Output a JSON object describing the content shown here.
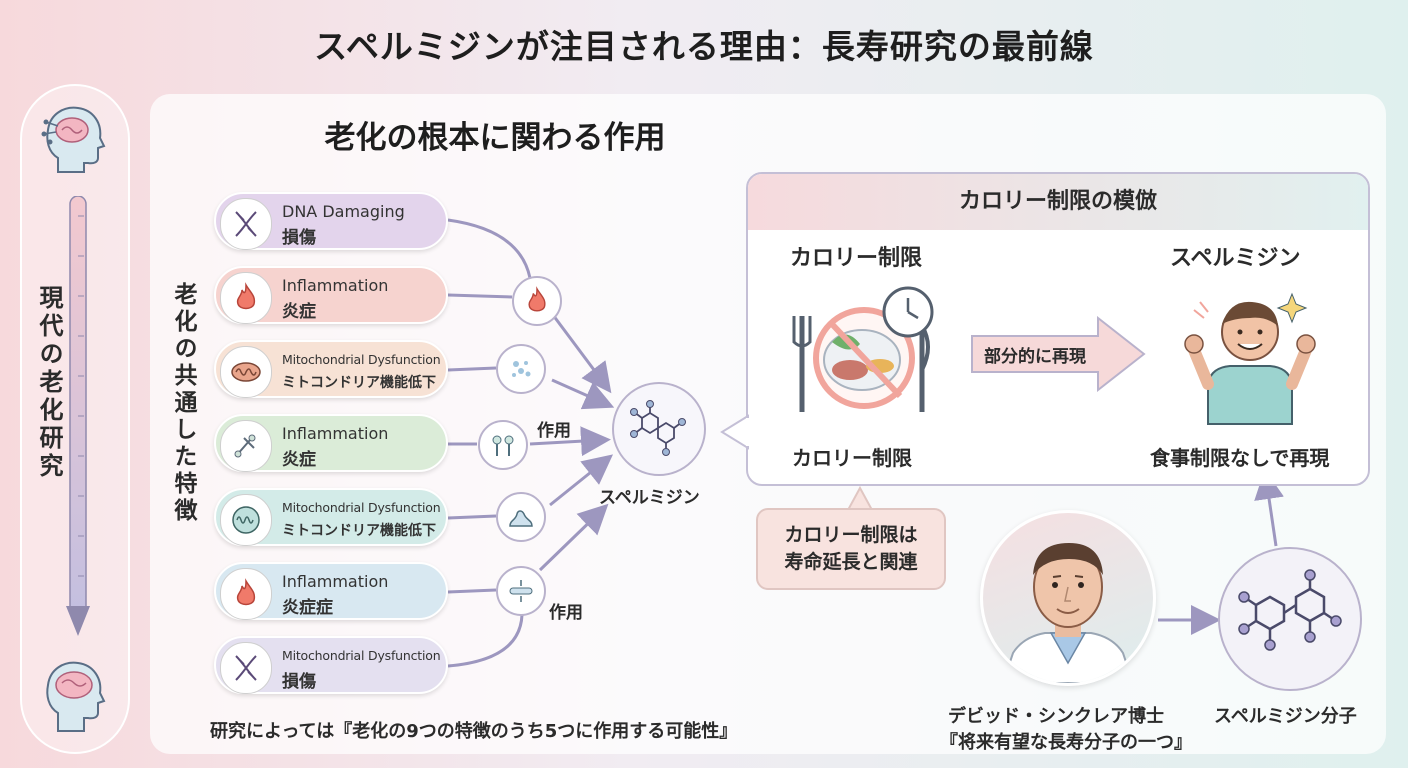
{
  "title": "スペルミジンが注目される理由：長寿研究の最前線",
  "left_label": "現代の老化研究",
  "section_title": "老化の根本に関わる作用",
  "vertical_label": "老化の共通した特徴",
  "hallmarks": [
    {
      "en": "DNA Damaging",
      "jp": "損傷",
      "icon": "dna-icon",
      "color": "#e3d4ec"
    },
    {
      "en": "Inflammation",
      "jp": "炎症",
      "icon": "flame-icon",
      "color": "#f6d3cf"
    },
    {
      "en": "Mitochondrial Dysfunction",
      "jp": "ミトコンドリア機能低下",
      "icon": "mitochondria-icon",
      "color": "#f7e2d5"
    },
    {
      "en": "Inflammation",
      "jp": "炎症",
      "icon": "cell-icon",
      "color": "#dbecd8"
    },
    {
      "en": "Mitochondrial Dysfunction",
      "jp": "ミトコンドリア機能低下",
      "icon": "mitochondria-icon",
      "color": "#d3ebe8"
    },
    {
      "en": "Inflammation",
      "jp": "炎症症",
      "icon": "flame-icon",
      "color": "#d8e8f1"
    },
    {
      "en": "Mitochondrial Dysfunction",
      "jp": "損傷",
      "icon": "dna-icon",
      "color": "#e4e0f0"
    }
  ],
  "action_label_1": "作用",
  "action_label_2": "作用",
  "spermidine_label": "スペルミジン",
  "research_note": "研究によっては『老化の9つの特徴のうち5つに作用する可能性』",
  "calorie_box": {
    "header": "カロリー制限の模倣",
    "left_title": "カロリー制限",
    "right_title": "スペルミジン",
    "arrow_label": "部分的に再現",
    "left_caption": "カロリー制限",
    "right_caption": "食事制限なしで再現"
  },
  "bubble": {
    "line1": "カロリー制限は",
    "line2": "寿命延長と関連"
  },
  "person": {
    "name": "デビッド・シンクレア博士",
    "quote": "『将来有望な長寿分子の一つ』"
  },
  "molecule_caption": "スペルミジン分子"
}
